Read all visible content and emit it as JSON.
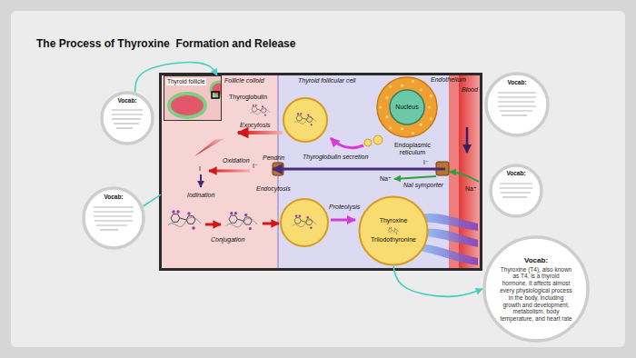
{
  "diagram": {
    "title": "The Process of Thyroxine  Formation and Release",
    "nodes": [
      {
        "text": [
          "Vocab:"
        ]
      },
      {
        "text": [
          "Vocab:"
        ]
      },
      {
        "text": [
          "Follicle colloid"
        ]
      },
      {
        "text": [
          "Thyroid follicle"
        ],
        "in": 2
      },
      {
        "text": [
          "Thyroid follicular cell"
        ]
      },
      {
        "text": [
          "Nucleus"
        ],
        "in": 4
      },
      {
        "text": [
          "Thyroxine",
          "Triiodothyronine"
        ],
        "in": 4
      },
      {
        "text": [
          "Vocab:"
        ]
      },
      {
        "text": [
          "Vocab:"
        ]
      },
      {
        "text": [
          "Vocab:",
          "Thyroxine (T4), also known as T4, is a thyroid hormone. It affects almost every physiological process in the body, including growth and development, metabolism, body temperature, and heart rate"
        ]
      }
    ],
    "edges": [
      {
        "from": 0,
        "to": 3,
        "arrow": "to"
      },
      {
        "from": 1,
        "to": 2,
        "arrow": "none"
      },
      {
        "from": 6,
        "to": 9,
        "arrow": "to"
      }
    ],
    "labels": [
      "Thyroglobulin",
      "Exocytosis",
      "Endoplasmic reticulum",
      "Thyroglobulin secretion",
      "Pendrin",
      "I⁻",
      "I⁻",
      "Oxidation",
      "I",
      "Iodination",
      "Na⁺",
      "NaI symporter",
      "Na⁺",
      "Endothelium",
      "Blood",
      "Conjugation",
      "Endocytosis",
      "Proteolysis"
    ]
  }
}
